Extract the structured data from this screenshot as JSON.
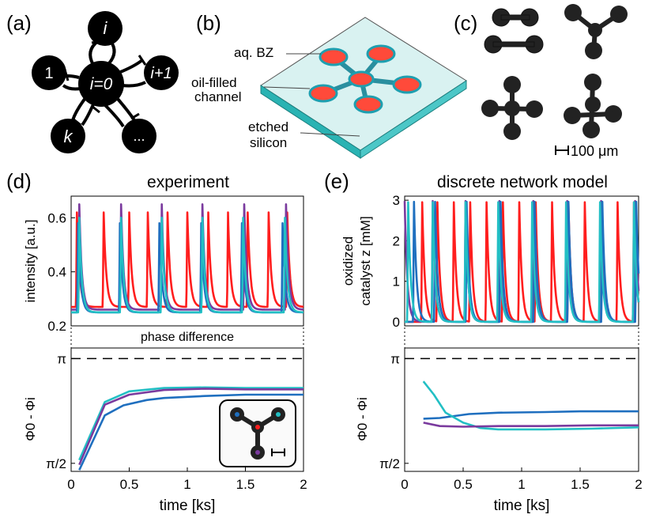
{
  "panels": {
    "a": {
      "label": "(a)",
      "center_node": "i=0",
      "outer_nodes": [
        "i",
        "i+1",
        "...",
        "k",
        "1"
      ]
    },
    "b": {
      "label": "(b)",
      "annotations": [
        "aq. BZ",
        "oil-filled",
        "channel",
        "etched",
        "silicon"
      ]
    },
    "c": {
      "label": "(c)",
      "scale_bar": "100 μm"
    },
    "d": {
      "label": "(d)",
      "title": "experiment",
      "divider_label": "phase difference"
    },
    "e": {
      "label": "(e)",
      "title": "discrete network model"
    }
  },
  "colors": {
    "red": "#ff1e1e",
    "purple": "#7a3a9e",
    "blue": "#1f6fbf",
    "cyan": "#22bfc4",
    "teal_surface": "#d6f0ef",
    "teal_edge": "#2ab3b3"
  },
  "chart_data": [
    {
      "type": "line",
      "panel": "d-top",
      "ylabel": "intensity [a.u.]",
      "ylim": [
        0.2,
        0.68
      ],
      "yticks": [
        0.2,
        0.4,
        0.6
      ],
      "ytick_labels": [
        "0.2",
        "0.4",
        "0.6"
      ],
      "xlim": [
        0,
        2
      ],
      "series": [
        {
          "color": "red",
          "baseline": 0.27,
          "peak": 0.62,
          "spikes": [
            0.05,
            0.28,
            0.5,
            0.66,
            0.83,
            1.0,
            1.18,
            1.35,
            1.52,
            1.7,
            1.86
          ]
        },
        {
          "color": "purple",
          "baseline": 0.26,
          "peak": 0.65,
          "spikes": [
            0.07,
            0.43,
            0.78,
            1.13,
            1.49,
            1.85
          ]
        },
        {
          "color": "blue",
          "baseline": 0.25,
          "peak": 0.58,
          "spikes": [
            0.06,
            0.42,
            0.76,
            1.12,
            1.47,
            1.82
          ]
        },
        {
          "color": "cyan",
          "baseline": 0.25,
          "peak": 0.6,
          "spikes": [
            0.07,
            0.43,
            0.78,
            1.13,
            1.48,
            1.84
          ]
        }
      ]
    },
    {
      "type": "line",
      "panel": "d-bottom",
      "xlabel": "time [ks]",
      "ylabel": "Φ0 - Φi",
      "ylim": [
        1.45,
        3.3
      ],
      "yticks": [
        1.5708,
        3.1416
      ],
      "ytick_labels": [
        "π/2",
        "π"
      ],
      "xlim": [
        0,
        2
      ],
      "xticks": [
        0,
        0.5,
        1,
        1.5,
        2
      ],
      "xtick_labels": [
        "0",
        "0.5",
        "1",
        "1.5",
        "2"
      ],
      "reference_line": 3.1416,
      "series": [
        {
          "color": "cyan",
          "x": [
            0.07,
            0.29,
            0.5,
            0.8,
            1.15,
            1.5,
            2.0
          ],
          "y": [
            1.62,
            2.49,
            2.65,
            2.7,
            2.71,
            2.7,
            2.7
          ]
        },
        {
          "color": "purple",
          "x": [
            0.07,
            0.29,
            0.5,
            0.8,
            1.15,
            1.5,
            2.0
          ],
          "y": [
            1.55,
            2.45,
            2.6,
            2.67,
            2.69,
            2.68,
            2.68
          ]
        },
        {
          "color": "blue",
          "x": [
            0.07,
            0.29,
            0.45,
            0.65,
            0.8,
            1.15,
            1.5,
            2.0
          ],
          "y": [
            1.47,
            2.29,
            2.44,
            2.52,
            2.55,
            2.58,
            2.6,
            2.6
          ]
        }
      ]
    },
    {
      "type": "line",
      "panel": "e-top",
      "ylabel": "oxidized catalyst z [mM]",
      "ylim": [
        -0.1,
        3.1
      ],
      "yticks": [
        0,
        1,
        2,
        3
      ],
      "ytick_labels": [
        "0",
        "1",
        "2",
        "3"
      ],
      "xlim": [
        0,
        2
      ],
      "series": [
        {
          "color": "red",
          "baseline": 0,
          "peak": 2.95,
          "spikes": [
            0.15,
            0.28,
            0.42,
            0.56,
            0.7,
            0.84,
            0.98,
            1.12,
            1.26,
            1.4,
            1.54,
            1.68,
            1.82,
            1.96
          ]
        },
        {
          "color": "purple",
          "baseline": 0,
          "peak": 2.98,
          "spikes": [
            0.0,
            0.24,
            0.52,
            0.81,
            1.1,
            1.39,
            1.68,
            1.97
          ]
        },
        {
          "color": "blue",
          "baseline": 0,
          "peak": 2.96,
          "spikes": [
            0.08,
            0.26,
            0.53,
            0.82,
            1.11,
            1.4,
            1.69,
            1.98
          ]
        },
        {
          "color": "cyan",
          "baseline": 0,
          "peak": 2.95,
          "spikes": [
            0.03,
            0.24,
            0.52,
            0.8,
            1.09,
            1.38,
            1.67,
            1.96
          ]
        }
      ]
    },
    {
      "type": "line",
      "panel": "e-bottom",
      "xlabel": "time [ks]",
      "ylabel": "Φ0 - Φi",
      "ylim": [
        1.45,
        3.3
      ],
      "yticks": [
        1.5708,
        3.1416
      ],
      "ytick_labels": [
        "π/2",
        "π"
      ],
      "xlim": [
        0,
        2
      ],
      "xticks": [
        0,
        0.5,
        1,
        1.5,
        2
      ],
      "xtick_labels": [
        "0",
        "0.5",
        "1",
        "1.5",
        "2"
      ],
      "reference_line": 3.1416,
      "series": [
        {
          "color": "blue",
          "x": [
            0.16,
            0.3,
            0.55,
            0.8,
            1.2,
            1.5,
            2.0
          ],
          "y": [
            2.24,
            2.25,
            2.31,
            2.33,
            2.34,
            2.35,
            2.35
          ]
        },
        {
          "color": "cyan",
          "x": [
            0.16,
            0.25,
            0.35,
            0.5,
            0.65,
            0.8,
            1.2,
            1.6,
            2.0
          ],
          "y": [
            2.8,
            2.6,
            2.33,
            2.18,
            2.1,
            2.08,
            2.08,
            2.09,
            2.11
          ]
        },
        {
          "color": "purple",
          "x": [
            0.16,
            0.3,
            0.5,
            0.8,
            1.2,
            1.6,
            2.0
          ],
          "y": [
            2.18,
            2.13,
            2.12,
            2.13,
            2.13,
            2.14,
            2.14
          ]
        }
      ]
    }
  ]
}
